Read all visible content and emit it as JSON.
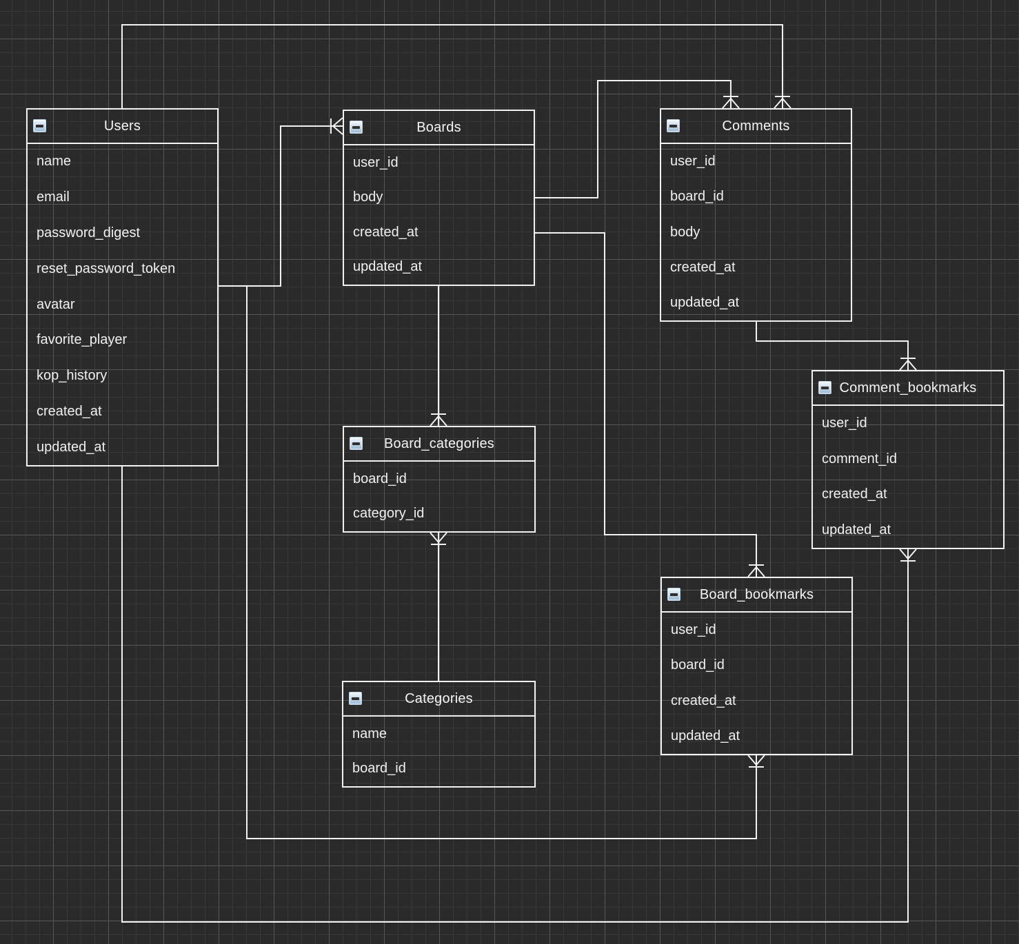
{
  "canvas": {
    "background": "#2a2a2a",
    "grid_minor_color": "#383838",
    "grid_major_color": "#575757",
    "line_color": "#f2f2f2",
    "text_color": "#f0f0f0"
  },
  "icons": {
    "collapse": "collapse-minus-icon"
  },
  "tables": [
    {
      "id": "users",
      "title": "Users",
      "fields": [
        "name",
        "email",
        "password_digest",
        "reset_password_token",
        "avatar",
        "favorite_player",
        "kop_history",
        "created_at",
        "updated_at"
      ]
    },
    {
      "id": "boards",
      "title": "Boards",
      "fields": [
        "user_id",
        "body",
        "created_at",
        "updated_at"
      ]
    },
    {
      "id": "comments",
      "title": "Comments",
      "fields": [
        "user_id",
        "board_id",
        "body",
        "created_at",
        "updated_at"
      ]
    },
    {
      "id": "board_categories",
      "title": "Board_categories",
      "fields": [
        "board_id",
        "category_id"
      ]
    },
    {
      "id": "categories",
      "title": "Categories",
      "fields": [
        "name",
        "board_id"
      ]
    },
    {
      "id": "board_bookmarks",
      "title": "Board_bookmarks",
      "fields": [
        "user_id",
        "board_id",
        "created_at",
        "updated_at"
      ]
    },
    {
      "id": "comment_bookmarks",
      "title": "Comment_bookmarks",
      "fields": [
        "user_id",
        "comment_id",
        "created_at",
        "updated_at"
      ]
    }
  ],
  "relationships": [
    {
      "from": "users",
      "to": "boards",
      "many_side": "boards"
    },
    {
      "from": "users",
      "to": "comments",
      "many_side": "comments"
    },
    {
      "from": "boards",
      "to": "comments",
      "many_side": "comments"
    },
    {
      "from": "boards",
      "to": "board_categories",
      "many_side": "board_categories"
    },
    {
      "from": "board_categories",
      "to": "categories",
      "many_side": "board_categories"
    },
    {
      "from": "boards",
      "to": "board_bookmarks",
      "many_side": "board_bookmarks"
    },
    {
      "from": "comments",
      "to": "comment_bookmarks",
      "many_side": "comment_bookmarks"
    },
    {
      "from": "users",
      "to": "board_bookmarks",
      "many_side": "board_bookmarks"
    },
    {
      "from": "users",
      "to": "comment_bookmarks",
      "many_side": "comment_bookmarks"
    }
  ]
}
